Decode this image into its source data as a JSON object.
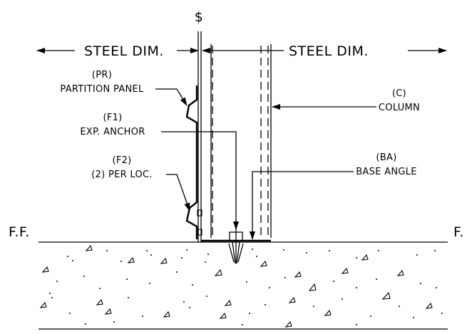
{
  "centerline": "$",
  "steel_dim_left": "STEEL DIM.",
  "steel_dim_right": "STEEL DIM.",
  "ff_left": "F.F.",
  "ff_right": "F.",
  "callouts": {
    "pr_tag": "(PR)",
    "pr_text": "PARTITION PANEL",
    "f1_tag": "(F1)",
    "f1_text": "EXP. ANCHOR",
    "f2_tag": "(F2)",
    "f2_text": "(2) PER LOC.",
    "c_tag": "(C)",
    "c_text": "COLUMN",
    "ba_tag": "(BA)",
    "ba_text": "BASE ANGLE"
  }
}
